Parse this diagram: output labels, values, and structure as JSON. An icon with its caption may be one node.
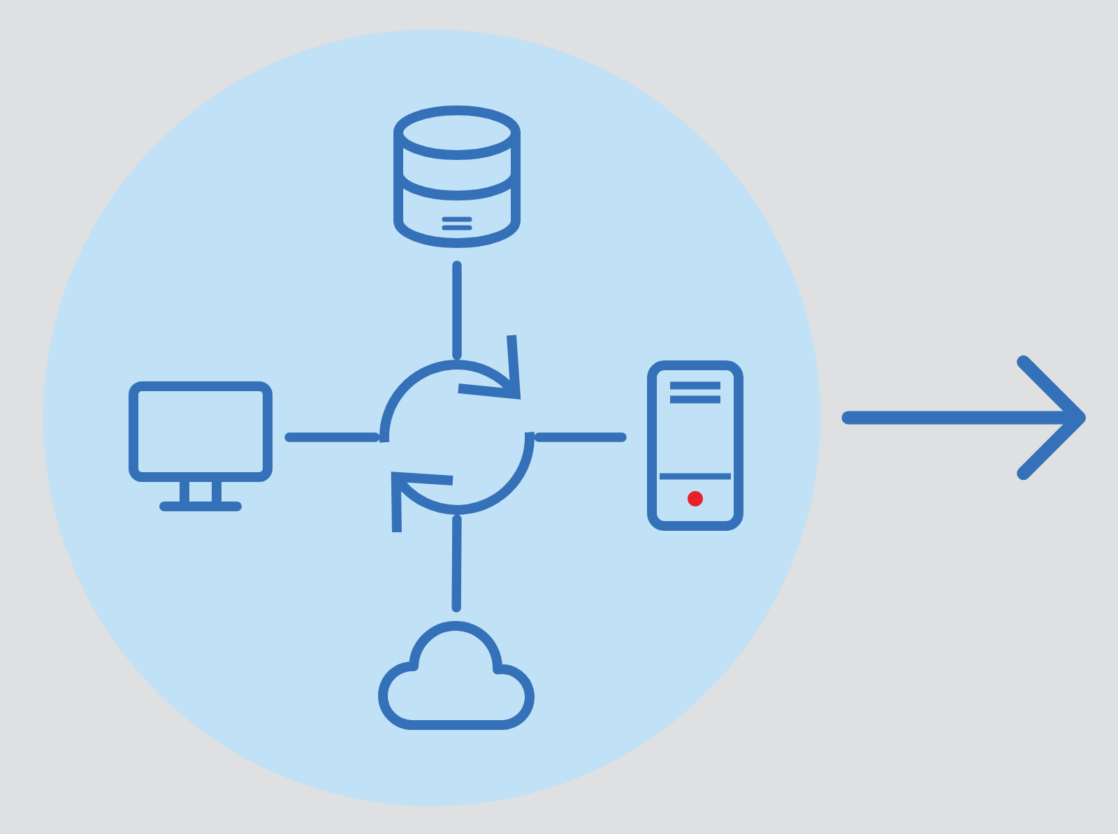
{
  "diagram": {
    "nodes": [
      {
        "text": [],
        "shape": "circle"
      },
      {
        "text": [],
        "shape": "cylinder",
        "in": 0
      },
      {
        "text": [],
        "shape": "picture",
        "in": 0
      },
      {
        "text": [],
        "shape": "picture",
        "in": 0
      },
      {
        "text": [],
        "shape": "picture",
        "in": 0
      },
      {
        "text": [],
        "shape": "cloud",
        "in": 0
      }
    ],
    "edges": [
      {
        "from": 1,
        "to": 3,
        "arrow": "none"
      },
      {
        "from": 2,
        "to": 3,
        "arrow": "none"
      },
      {
        "from": 4,
        "to": 3,
        "arrow": "none"
      },
      {
        "from": 5,
        "to": 3,
        "arrow": "none"
      },
      {
        "from": 0,
        "to": null,
        "arrow": "to"
      }
    ]
  }
}
